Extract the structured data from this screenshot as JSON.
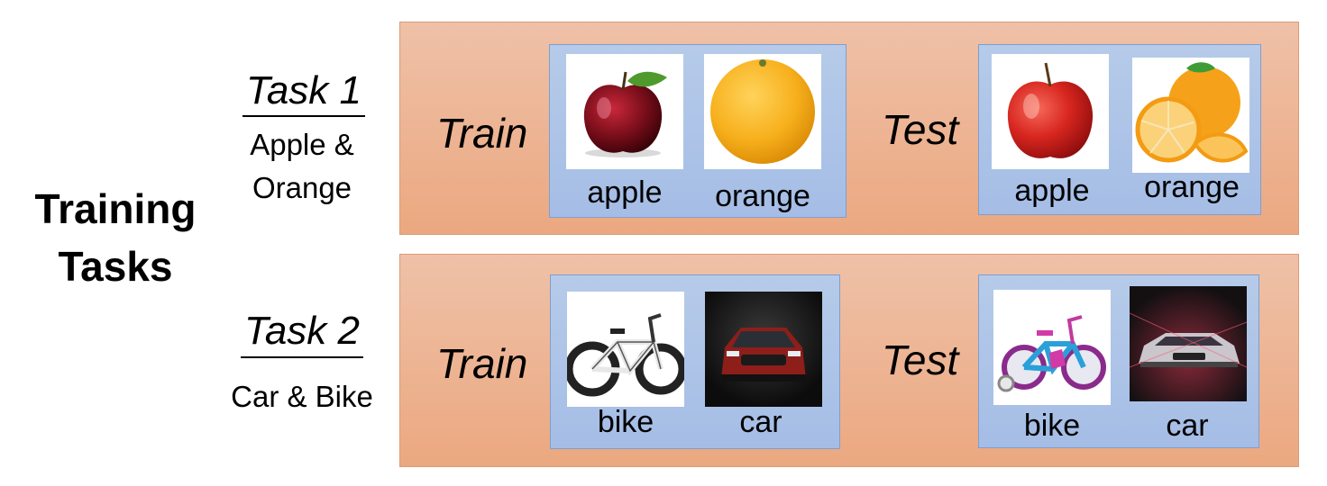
{
  "left_label": {
    "line1": "Training",
    "line2": "Tasks"
  },
  "tasks": [
    {
      "title": "Task 1",
      "subtitle_lines": [
        "Apple &",
        "Orange"
      ],
      "train": {
        "label": "Train",
        "items": [
          {
            "caption": "apple",
            "image": "apple-photo"
          },
          {
            "caption": "orange",
            "image": "orange-photo"
          }
        ]
      },
      "test": {
        "label": "Test",
        "items": [
          {
            "caption": "apple",
            "image": "red-apple-photo"
          },
          {
            "caption": "orange",
            "image": "orange-slices-photo"
          }
        ]
      }
    },
    {
      "title": "Task 2",
      "subtitle_lines": [
        "Car & Bike"
      ],
      "train": {
        "label": "Train",
        "items": [
          {
            "caption": "bike",
            "image": "fat-tire-bike-photo"
          },
          {
            "caption": "car",
            "image": "red-suv-photo"
          }
        ]
      },
      "test": {
        "label": "Test",
        "items": [
          {
            "caption": "bike",
            "image": "kids-bike-photo"
          },
          {
            "caption": "car",
            "image": "silver-sedan-photo"
          }
        ]
      }
    }
  ],
  "colors": {
    "task_band": "#eba880",
    "image_box": "#a5bde6",
    "image_box_border": "#7e9fcf"
  }
}
